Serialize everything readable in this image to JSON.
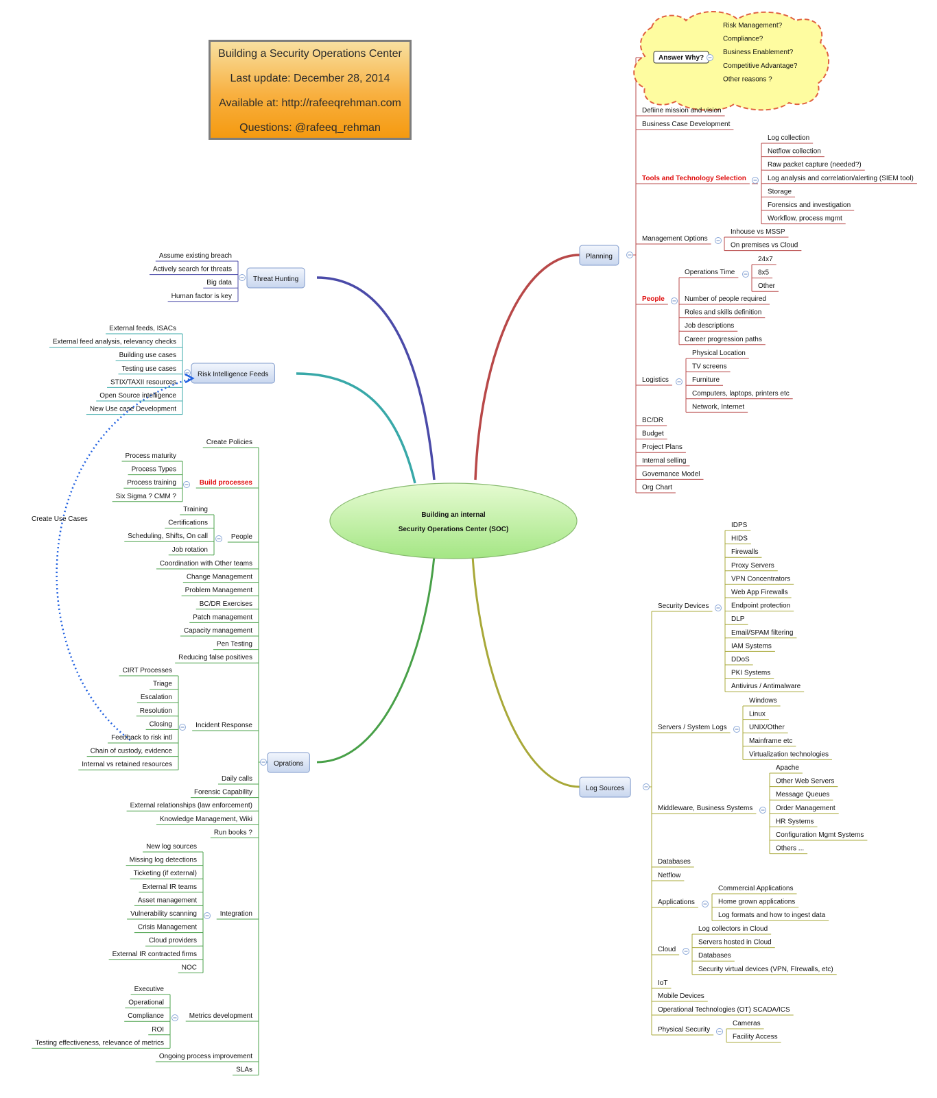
{
  "info": {
    "title": "Building a Security Operations Center",
    "updated": "Last update: December 28, 2014",
    "available": "Available at: http://rafeeqrehman.com",
    "questions": "Questions: @rafeeq_rehman"
  },
  "center": {
    "line1": "Building an internal",
    "line2": "Security Operations Center (SOC)"
  },
  "branches": {
    "planning": "Planning",
    "threat_hunting": "Threat Hunting",
    "risk_intel": "Risk Intelligence Feeds",
    "operations": "Oprations",
    "log_sources": "Log Sources"
  },
  "connector_label": "Create Use Cases",
  "planning": {
    "answer_why": "Answer Why?",
    "why_items": [
      "Risk Management?",
      "Compliance?",
      "Business Enablement?",
      "Competitive Advantage?",
      "Other reasons ?"
    ],
    "mission": "Defiine mission and vision",
    "business_case": "Business Case Development",
    "tools": "Tools and Technology Selection",
    "tools_items": [
      "Log collection",
      "Netflow collection",
      "Raw packet capture (needed?)",
      "Log analysis and correlation/alerting (SIEM tool)",
      "Storage",
      "Forensics and investigation",
      "Workflow, process mgmt"
    ],
    "mgmt": "Management Options",
    "mgmt_items": [
      "Inhouse vs MSSP",
      "On premises vs Cloud"
    ],
    "people": "People",
    "ops_time": "Operations Time",
    "ops_time_items": [
      "24x7",
      "8x5",
      "Other"
    ],
    "people_items": [
      "Number of people required",
      "Roles and skills definition",
      "Job descriptions",
      "Career progression paths"
    ],
    "logistics": "Logistics",
    "logistics_items": [
      "Physical Location",
      "TV screens",
      "Furniture",
      "Computers, laptops, printers etc",
      "Network, Internet"
    ],
    "tail_items": [
      "BC/DR",
      "Budget",
      "Project Plans",
      "Internal selling",
      "Governance Model",
      "Org Chart"
    ]
  },
  "threat_hunting": {
    "items": [
      "Assume existing breach",
      "Actively search for threats",
      "Big data",
      "Human factor is key"
    ]
  },
  "risk_intel": {
    "items": [
      "External feeds, ISACs",
      "External feed analysis, relevancy checks",
      "Building use cases",
      "Testing use cases",
      "STIX/TAXII resources",
      "Open Source intelligence",
      "New Use case Development"
    ]
  },
  "operations": {
    "create_policies": "Create Policies",
    "build": "Build processes",
    "build_items": [
      "Process maturity",
      "Process Types",
      "Process training",
      "Six Sigma ? CMM ?"
    ],
    "people": "People",
    "people_items": [
      "Training",
      "Certifications",
      "Scheduling, Shifts, On call",
      "Job rotation"
    ],
    "items_a": [
      "Coordination with Other teams",
      "Change Management",
      "Problem Management",
      "BC/DR Exercises",
      "Patch management",
      "Capacity management",
      "Pen Testing",
      "Reducing false positives"
    ],
    "incident": "Incident Response",
    "incident_items": [
      "CIRT Processes",
      "Triage",
      "Escalation",
      "Resolution",
      "Closing",
      "Feedback to risk intl",
      "Chain of custody, evidence",
      "Internal vs retained resources"
    ],
    "items_b": [
      "Daily calls",
      "Forensic Capability",
      "External relationships (law enforcement)",
      "Knowledge Management, Wiki",
      "Run books ?"
    ],
    "integration": "Integration",
    "integration_items": [
      "New log sources",
      "Missing log detections",
      "Ticketing (if external)",
      "External IR teams",
      "Asset management",
      "Vulnerability scanning",
      "Crisis Management",
      "Cloud providers",
      "External IR contracted firms",
      "NOC"
    ],
    "metrics": "Metrics development",
    "metrics_items": [
      "Executive",
      "Operational",
      "Compliance",
      "ROI",
      "Testing effectiveness, relevance of metrics"
    ],
    "items_c": [
      "Ongoing process improvement",
      "SLAs"
    ]
  },
  "log_sources": {
    "security_devices": "Security Devices",
    "security_items": [
      "IDPS",
      "HIDS",
      "Firewalls",
      "Proxy Servers",
      "VPN Concentrators",
      "Web App Firewalls",
      "Endpoint protection",
      "DLP",
      "Email/SPAM filtering",
      "IAM Systems",
      "DDoS",
      "PKI Systems",
      "Antivirus / Antimalware"
    ],
    "servers": "Servers / System Logs",
    "servers_items": [
      "Windows",
      "Linux",
      "UNIX/Other",
      "Mainframe etc",
      "Virtualization technologies"
    ],
    "middleware": "Middleware, Business Systems",
    "middleware_items": [
      "Apache",
      "Other Web Servers",
      "Message Queues",
      "Order Management",
      "HR Systems",
      "Configuration Mgmt Systems",
      "Others ..."
    ],
    "databases": "Databases",
    "netflow": "Netflow",
    "applications": "Applications",
    "applications_items": [
      "Commercial Applications",
      "Home grown applications",
      "Log formats and how to ingest data"
    ],
    "cloud": "Cloud",
    "cloud_items": [
      "Log collectors in Cloud",
      "Servers hosted in Cloud",
      "Databases",
      "Security virtual devices (VPN, FIrewalls, etc)"
    ],
    "iot": "IoT",
    "mobile": "Mobile Devices",
    "ot": "Operational Technologies (OT) SCADA/ICS",
    "physical": "Physical Security",
    "physical_items": [
      "Cameras",
      "Facility Access"
    ]
  },
  "colors": {
    "planning": "#b84848",
    "threat_hunting": "#4a4aa8",
    "risk_intel": "#38a8a8",
    "operations": "#48a048",
    "log_sources": "#a8a838",
    "highlight": "#e01010",
    "dotted": "#2060e0"
  }
}
